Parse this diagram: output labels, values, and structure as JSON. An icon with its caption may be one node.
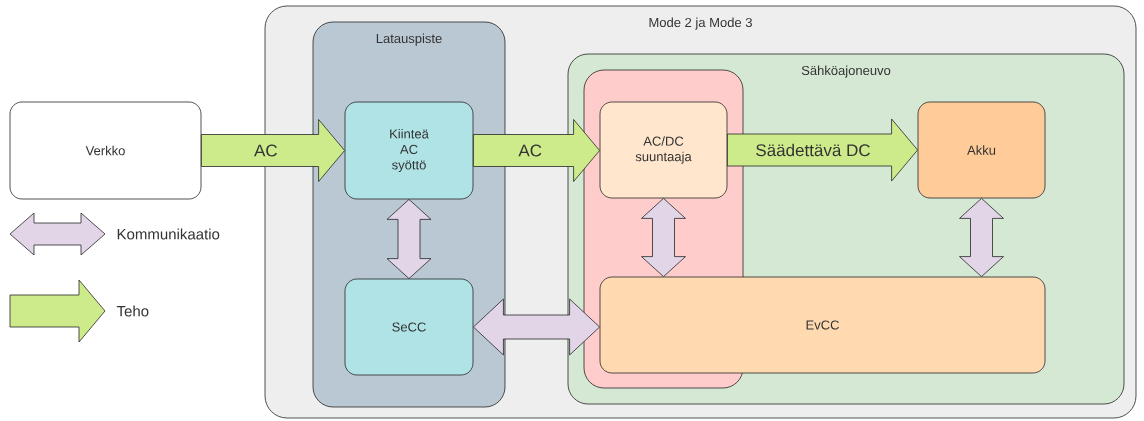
{
  "diagram": {
    "nodes": [
      {
        "text": [
          "Mode 2 ja Mode 3"
        ]
      },
      {
        "text": [
          "Latauspiste"
        ],
        "in": 0
      },
      {
        "text": [
          "Kiinteä AC syöttö"
        ],
        "in": 1
      },
      {
        "text": [
          "SeCC"
        ],
        "in": 1
      },
      {
        "text": [
          "Sähköajoneuvo"
        ],
        "in": 0
      },
      {
        "text": [],
        "shape": "box",
        "in": 4
      },
      {
        "text": [
          "AC/DC suuntaaja"
        ],
        "in": 5
      },
      {
        "text": [
          "Akku"
        ],
        "in": 4
      },
      {
        "text": [
          "EvCC"
        ],
        "in": 4
      },
      {
        "text": [
          "Verkko"
        ]
      }
    ],
    "edges": [
      {
        "from": 9,
        "to": 2,
        "arrow": "to",
        "label": "AC",
        "color": "#cdeb8b"
      },
      {
        "from": 2,
        "to": 6,
        "arrow": "to",
        "label": "AC",
        "color": "#cdeb8b"
      },
      {
        "from": 6,
        "to": 7,
        "arrow": "to",
        "label": "Säädettävä DC",
        "color": "#cdeb8b"
      },
      {
        "from": 2,
        "to": 3,
        "arrow": "both"
      },
      {
        "from": 3,
        "to": 8,
        "arrow": "both"
      },
      {
        "from": 6,
        "to": 8,
        "arrow": "both"
      },
      {
        "from": 7,
        "to": 8,
        "arrow": "both"
      }
    ],
    "legend": [
      {
        "text": "Kommunikaatio",
        "color": "#e1d5e7"
      },
      {
        "text": "Teho",
        "color": "#cdeb8b"
      }
    ]
  }
}
